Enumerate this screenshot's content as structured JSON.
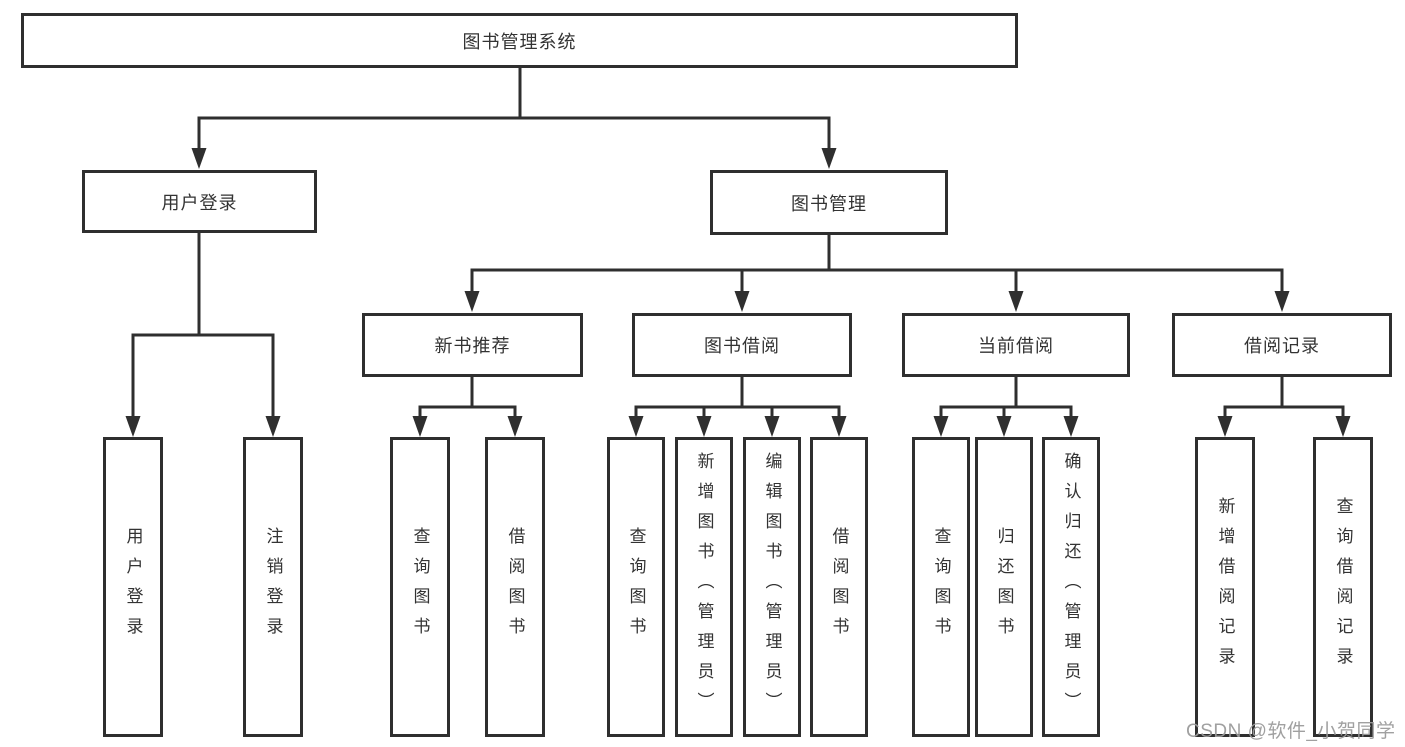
{
  "colors": {
    "line": "#2f2f2f",
    "text": "#333333",
    "box_bg": "#ffffff",
    "watermark": "#9b9b9b"
  },
  "watermark": "CSDN @软件_小贺同学",
  "tree": {
    "label": "图书管理系统",
    "children": [
      {
        "label": "用户登录",
        "children": [
          {
            "label": "用户登录"
          },
          {
            "label": "注销登录"
          }
        ]
      },
      {
        "label": "图书管理",
        "children": [
          {
            "label": "新书推荐",
            "children": [
              {
                "label": "查询图书"
              },
              {
                "label": "借阅图书"
              }
            ]
          },
          {
            "label": "图书借阅",
            "children": [
              {
                "label": "查询图书"
              },
              {
                "label": "新增图书（管理员）"
              },
              {
                "label": "编辑图书（管理员）"
              },
              {
                "label": "借阅图书"
              }
            ]
          },
          {
            "label": "当前借阅",
            "children": [
              {
                "label": "查询图书"
              },
              {
                "label": "归还图书"
              },
              {
                "label": "确认归还（管理员）"
              }
            ]
          },
          {
            "label": "借阅记录",
            "children": [
              {
                "label": "新增借阅记录"
              },
              {
                "label": "查询借阅记录"
              }
            ]
          }
        ]
      }
    ]
  }
}
